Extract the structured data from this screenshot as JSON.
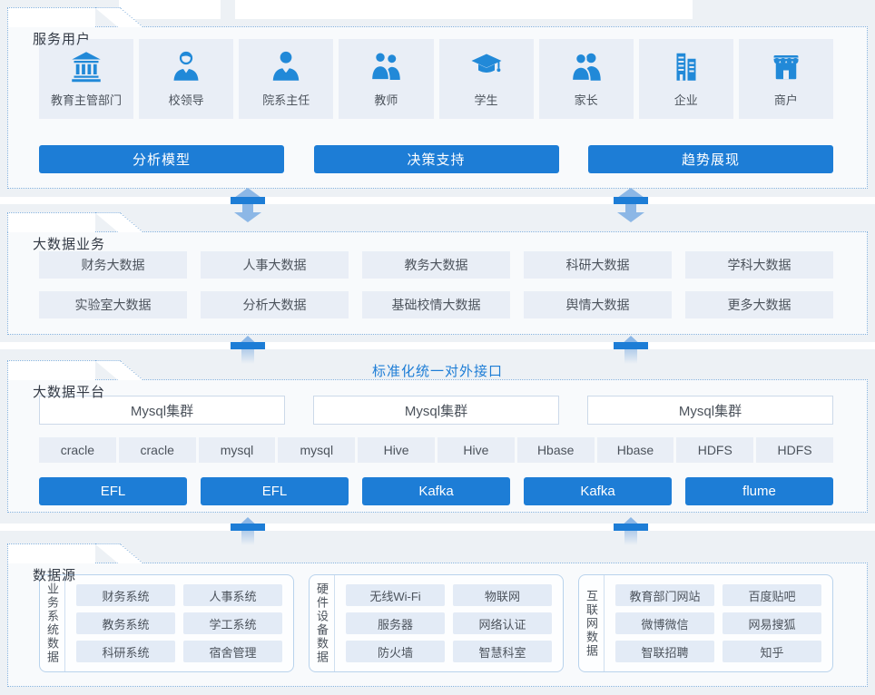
{
  "colors": {
    "accent_blue": "#1d7dd6",
    "icon_blue": "#2189d8",
    "tile_bg": "#e9eef6",
    "panel_bg": "#f8fafc",
    "page_bg": "#edf1f5",
    "dotted_border": "#84b1dd",
    "arrow_light": "#8cb7e6"
  },
  "sections": {
    "users": {
      "title": "服务用户",
      "items": [
        {
          "label": "教育主管部门",
          "icon": "government-building-icon"
        },
        {
          "label": "校领导",
          "icon": "school-leader-icon"
        },
        {
          "label": "院系主任",
          "icon": "department-director-icon"
        },
        {
          "label": "教师",
          "icon": "teacher-icon"
        },
        {
          "label": "学生",
          "icon": "student-cap-icon"
        },
        {
          "label": "家长",
          "icon": "parents-icon"
        },
        {
          "label": "企业",
          "icon": "enterprise-buildings-icon"
        },
        {
          "label": "商户",
          "icon": "merchant-store-icon"
        }
      ],
      "buttons": [
        "分析模型",
        "决策支持",
        "趋势展现"
      ]
    },
    "business": {
      "title": "大数据业务",
      "row1": [
        "财务大数据",
        "人事大数据",
        "教务大数据",
        "科研大数据",
        "学科大数据"
      ],
      "row2": [
        "实验室大数据",
        "分析大数据",
        "基础校情大数据",
        "舆情大数据",
        "更多大数据"
      ]
    },
    "platform": {
      "title": "大数据平台",
      "interface_label": "标准化统一对外接口",
      "clusters": [
        "Mysql集群",
        "Mysql集群",
        "Mysql集群"
      ],
      "components": [
        "cracle",
        "cracle",
        "mysql",
        "mysql",
        "Hive",
        "Hive",
        "Hbase",
        "Hbase",
        "HDFS",
        "HDFS"
      ],
      "engines": [
        "EFL",
        "EFL",
        "Kafka",
        "Kafka",
        "flume"
      ]
    },
    "datasource": {
      "title": "数据源",
      "groups": [
        {
          "label": "业务系统数据",
          "items": [
            "财务系统",
            "人事系统",
            "教务系统",
            "学工系统",
            "科研系统",
            "宿舍管理"
          ]
        },
        {
          "label": "硬件设备数据",
          "items": [
            "无线Wi-Fi",
            "物联网",
            "服务器",
            "网络认证",
            "防火墙",
            "智慧科室"
          ]
        },
        {
          "label": "互联网数据",
          "items": [
            "教育部门网站",
            "百度贴吧",
            "微博微信",
            "网易搜狐",
            "智联招聘",
            "知乎"
          ]
        }
      ]
    }
  }
}
